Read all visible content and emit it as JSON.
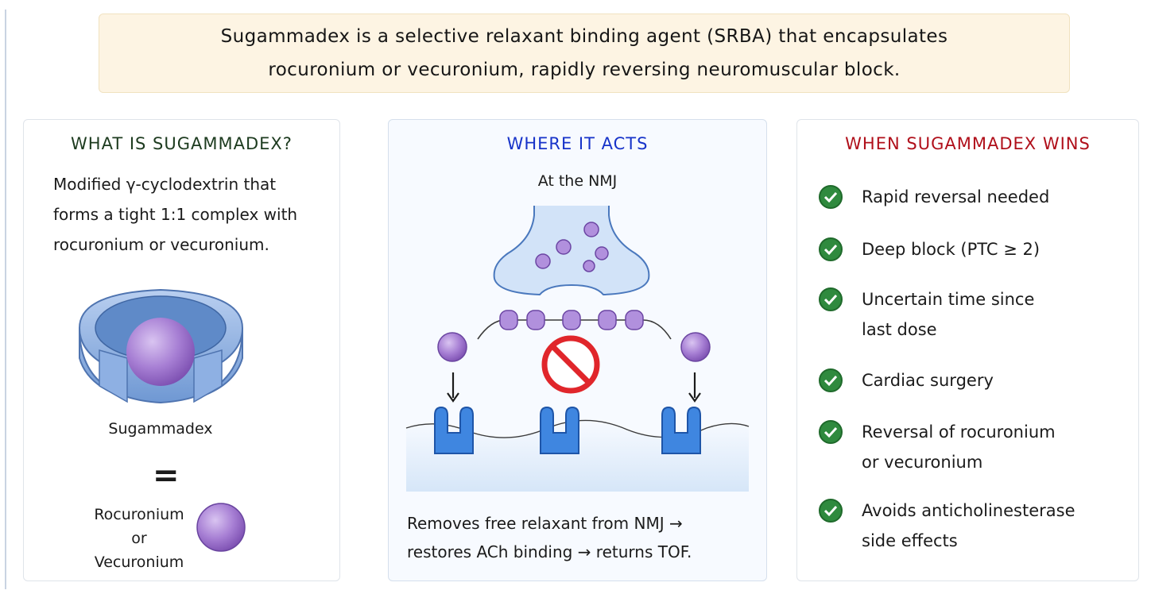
{
  "banner": {
    "line1": "Sugammadex is a selective relaxant binding agent (SRBA) that encapsulates",
    "line2": "rocuronium or vecuronium, rapidly reversing neuromuscular block."
  },
  "panel_what": {
    "title": "WHAT IS SUGAMMADEX?",
    "desc_lines": [
      "Modified γ-cyclodextrin that",
      "forms a tight 1:1 complex with",
      "rocuronium or vecuronium."
    ],
    "sugammadex_label": "Sugammadex",
    "equals_sign": "=",
    "relaxant_label_lines": [
      "Rocuronium",
      "or",
      "Vecuronium"
    ]
  },
  "panel_where": {
    "title": "WHERE IT ACTS",
    "subtitle": "At the NMJ",
    "caption_lines": [
      "Removes free relaxant from NMJ →",
      "restores ACh binding → returns TOF."
    ]
  },
  "panel_wins": {
    "title": "WHEN SUGAMMADEX WINS",
    "items": [
      {
        "line1": "Rapid reversal needed",
        "line2": ""
      },
      {
        "line1": "Deep block (PTC ≥ 2)",
        "line2": ""
      },
      {
        "line1": "Uncertain time since",
        "line2": "last dose"
      },
      {
        "line1": "Cardiac surgery",
        "line2": ""
      },
      {
        "line1": "Reversal of rocuronium",
        "line2": "or vecuronium"
      },
      {
        "line1": "Avoids anticholinesterase",
        "line2": "side effects"
      }
    ]
  },
  "icons": {
    "check": "check-circle-icon",
    "no_entry": "prohibited-icon",
    "arrow": "arrow-down-icon"
  },
  "colors": {
    "check_green": "#2f8a3e",
    "relaxant_purple": "#9c6fc7",
    "receptor_blue": "#3f86e0",
    "prohibit_red": "#e0262b"
  }
}
